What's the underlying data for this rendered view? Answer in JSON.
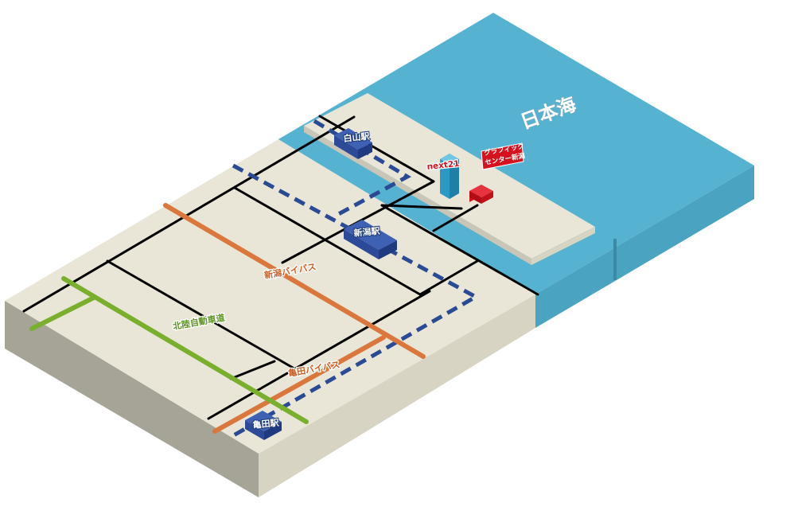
{
  "sea": {
    "label": "日本海",
    "color": "#55b3d1"
  },
  "stations": {
    "hakusan": "白山駅",
    "niigata": "新潟駅",
    "kameda": "亀田駅"
  },
  "roads": {
    "niigata_bypass": "新潟バイパス",
    "hokuriku_expressway": "北陸自動車道",
    "kameda_bypass": "亀田バイパス"
  },
  "landmarks": {
    "next21": "next21",
    "graphic_center_line1": "グラフィック",
    "graphic_center_line2": "センター新潟"
  },
  "colors": {
    "land_top": "#e9e6d7",
    "land_left": "#a6a496",
    "land_right": "#d8d4c3",
    "road": "#000000",
    "rail": "#2b4a94",
    "bypass": "#d9773d",
    "expressway": "#7aaf2e",
    "station": "#2c4a97",
    "marker": "#d6121f",
    "tower": "#2a9ac4"
  }
}
